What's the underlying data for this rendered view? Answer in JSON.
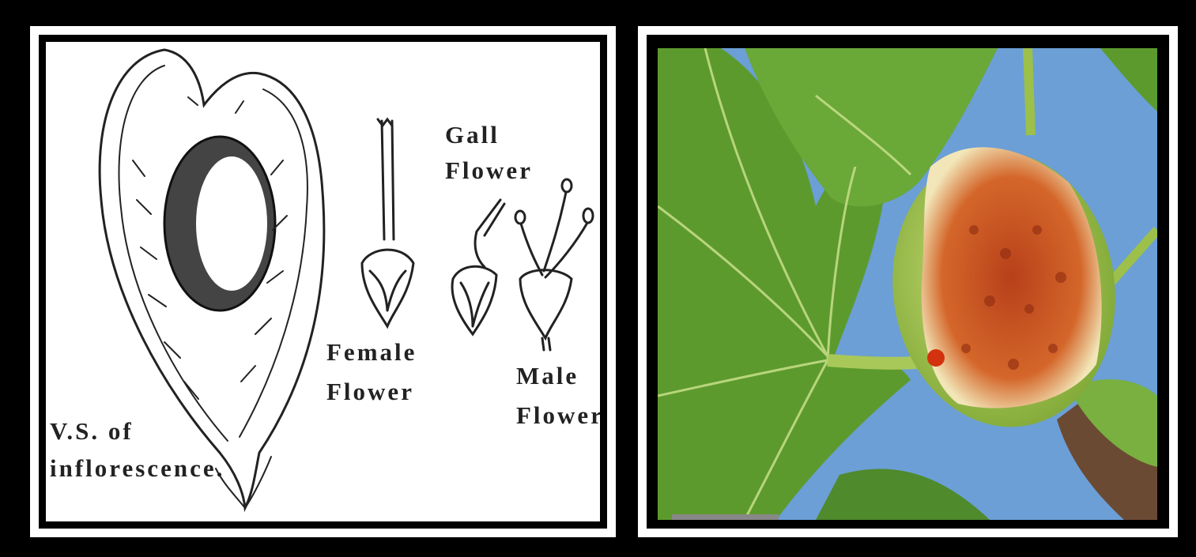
{
  "left_panel": {
    "labels": {
      "vs": "V.S. of",
      "inflorescence": "inflorescence.",
      "gall_1": "Gall",
      "gall_2": "Flower",
      "female_1": "Female",
      "female_2": "Flower",
      "male_1": "Male",
      "male_2": "Flower"
    }
  },
  "colors": {
    "frame": "#000000",
    "mat": "#ffffff",
    "sky": "#6b9fd6",
    "leaf": "#5d9a2e",
    "fig_skin": "#a7c85a",
    "fig_flesh": "#c6541c"
  }
}
